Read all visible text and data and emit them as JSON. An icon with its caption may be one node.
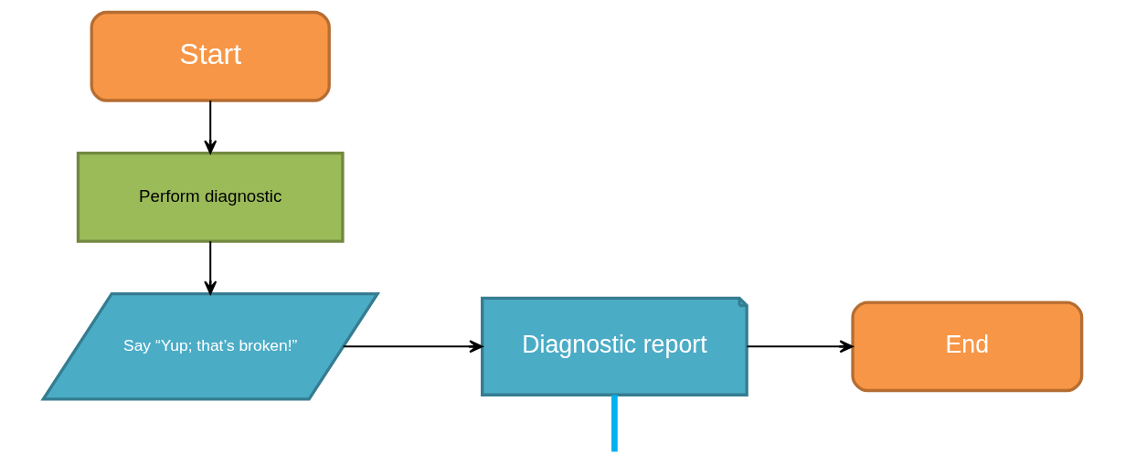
{
  "diagram": {
    "nodes": [
      {
        "text": [
          "Start"
        ]
      },
      {
        "text": [
          "Perform diagnostic"
        ]
      },
      {
        "text": [
          "Say “Yup; that’s broken!”"
        ]
      },
      {
        "text": [
          "Diagnostic report"
        ]
      },
      {
        "text": [
          "End"
        ]
      }
    ],
    "edges": [
      {
        "from": 0,
        "to": 1,
        "arrow": "to"
      },
      {
        "from": 1,
        "to": 2,
        "arrow": "to"
      },
      {
        "from": 2,
        "to": 3,
        "arrow": "to"
      },
      {
        "from": 3,
        "to": 4,
        "arrow": "to"
      },
      {
        "from": null,
        "to": 3,
        "arrow": "none",
        "style": "thick",
        "color": "#00b0f0"
      }
    ]
  }
}
